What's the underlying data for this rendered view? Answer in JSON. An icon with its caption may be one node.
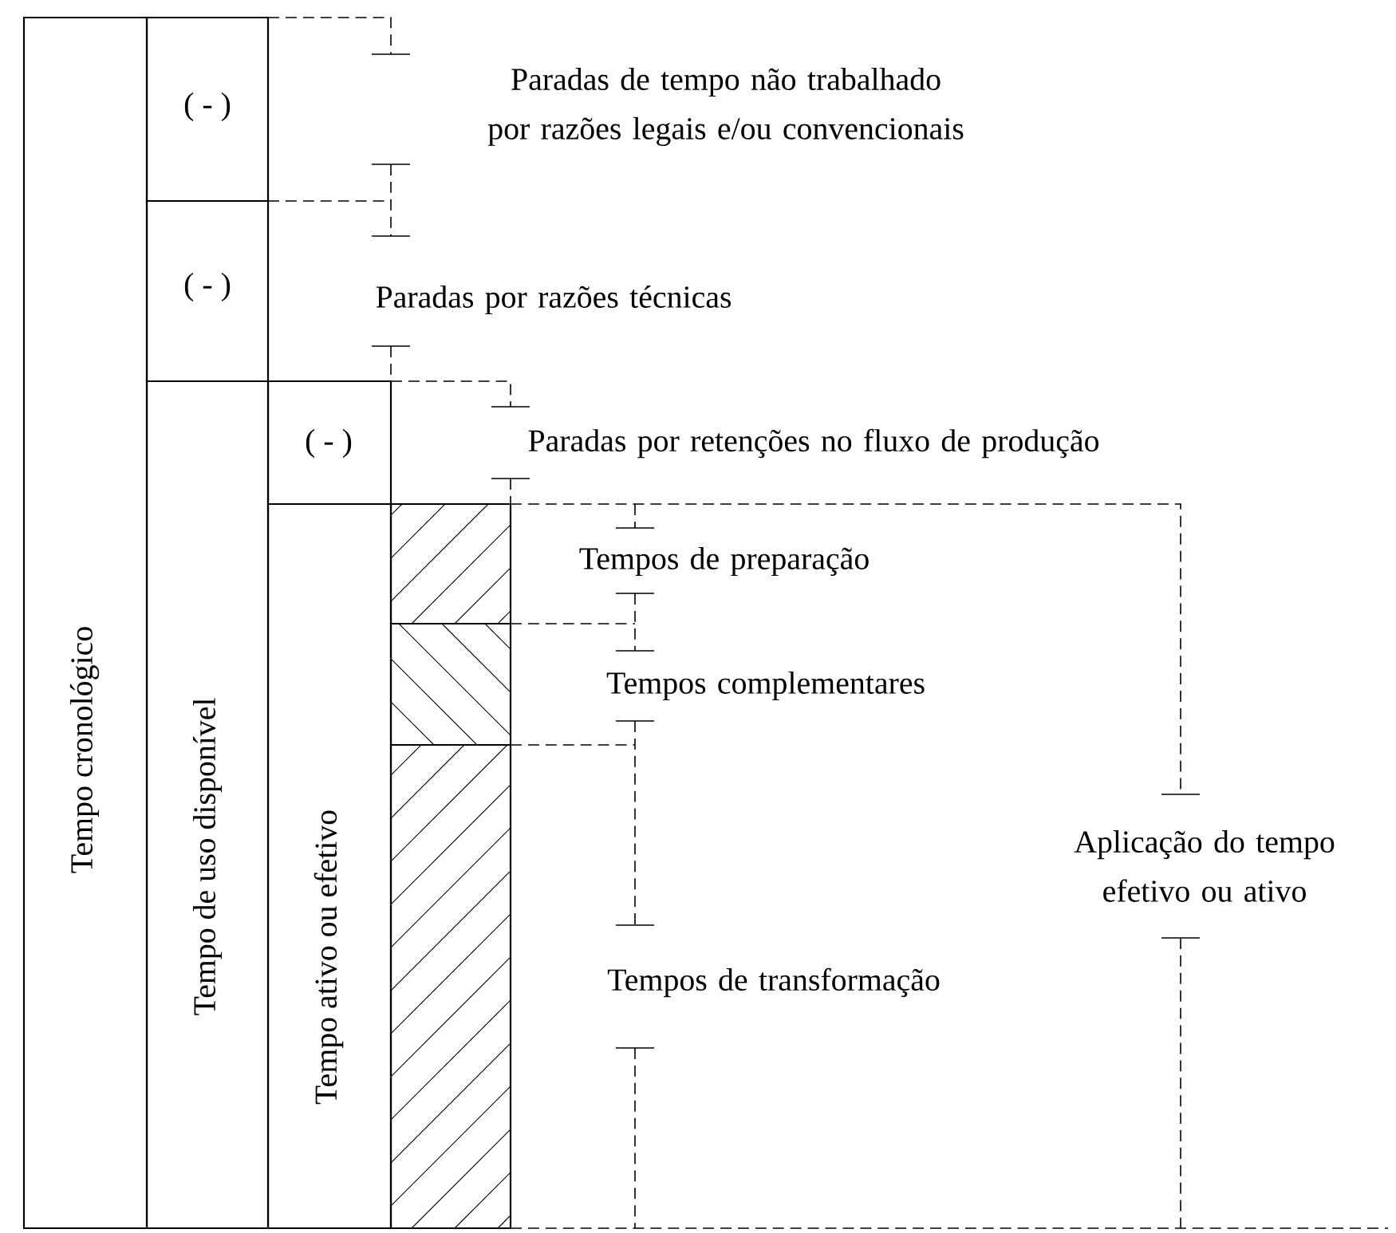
{
  "diagram": {
    "nodes": [
      {
        "text": [
          "Tempo cronológico"
        ]
      },
      {
        "text": [
          "( - )"
        ]
      },
      {
        "text": [
          "( - )"
        ]
      },
      {
        "text": [
          "Tempo de uso disponível"
        ]
      },
      {
        "text": [
          "( - )"
        ]
      },
      {
        "text": [
          "Tempo ativo ou efetivo"
        ]
      }
    ],
    "labels": [
      "Paradas de tempo não trabalhado por razões legais e/ou convencionais",
      "Paradas por razões técnicas",
      "Paradas por retenções no fluxo de produção",
      "Tempos de preparação",
      "Tempos complementares",
      "Aplicação do tempo efetivo ou ativo",
      "Tempos de transformação"
    ]
  }
}
